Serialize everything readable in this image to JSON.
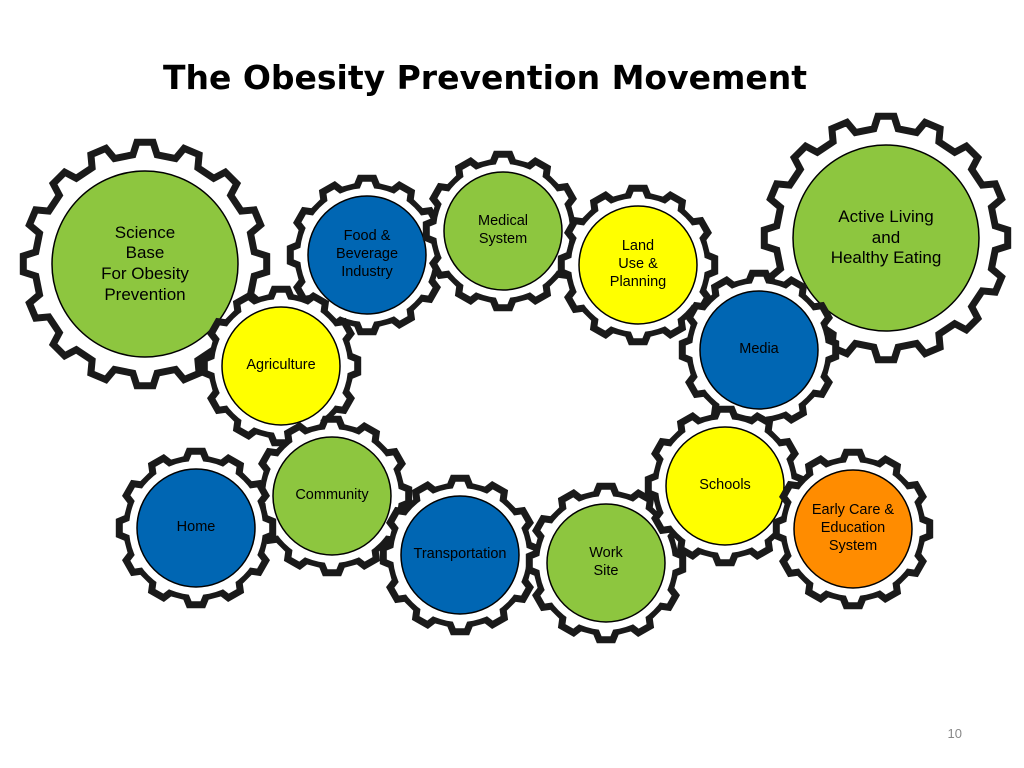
{
  "slide": {
    "title": "The Obesity Prevention Movement",
    "page_number": "10"
  },
  "colors": {
    "green": "#8dc63f",
    "blue": "#0066b3",
    "yellow": "#ffff00",
    "orange": "#ff8c00",
    "gear_teeth": "#1a1a1a"
  },
  "gears": [
    {
      "id": "science-base",
      "label": "Science\nBase\nFor Obesity\nPrevention",
      "fill": "green"
    },
    {
      "id": "food-beverage-industry",
      "label": "Food &\nBeverage\nIndustry",
      "fill": "blue"
    },
    {
      "id": "medical-system",
      "label": "Medical\nSystem",
      "fill": "green"
    },
    {
      "id": "land-use-planning",
      "label": "Land\nUse &\nPlanning",
      "fill": "yellow"
    },
    {
      "id": "active-living-healthy-eating",
      "label": "Active Living\nand\nHealthy Eating",
      "fill": "green"
    },
    {
      "id": "agriculture",
      "label": "Agriculture",
      "fill": "yellow"
    },
    {
      "id": "media",
      "label": "Media",
      "fill": "blue"
    },
    {
      "id": "community",
      "label": "Community",
      "fill": "green"
    },
    {
      "id": "home",
      "label": "Home",
      "fill": "blue"
    },
    {
      "id": "transportation",
      "label": "Transportation",
      "fill": "blue"
    },
    {
      "id": "work-site",
      "label": "Work\nSite",
      "fill": "green"
    },
    {
      "id": "schools",
      "label": "Schools",
      "fill": "yellow"
    },
    {
      "id": "early-care-education-system",
      "label": "Early Care &\nEducation\nSystem",
      "fill": "orange"
    }
  ]
}
